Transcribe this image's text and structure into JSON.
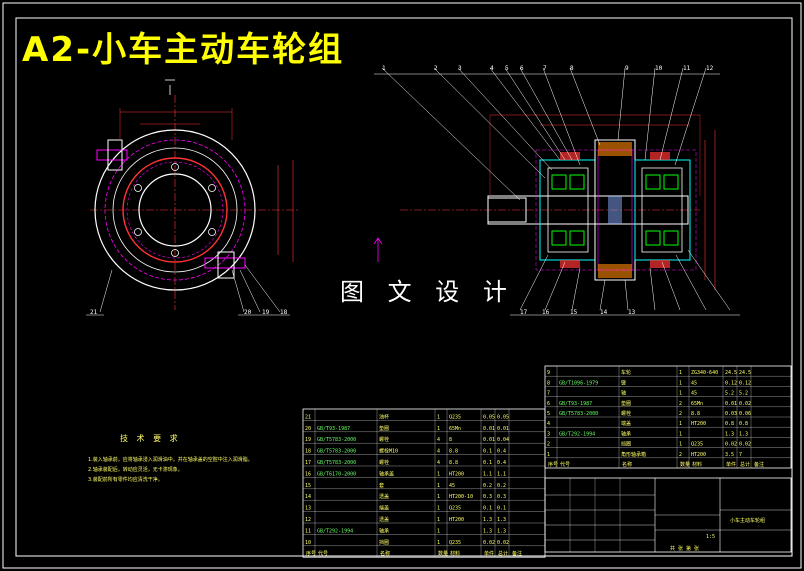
{
  "title": "A2-小车主动车轮组",
  "watermark": "图 文 设 计",
  "notes": {
    "heading": "技 术 要 求",
    "lines": [
      "1.装入轴承前，应将轴承浸入润滑油中，并在轴承盖的空腔中注入润滑脂。",
      "2.轴承装配后，转动应灵活，无卡滞现象。",
      "3.装配前所有零件均应清洗干净。"
    ]
  },
  "balloons_top": [
    "1",
    "2",
    "3",
    "4",
    "5",
    "6",
    "7",
    "8",
    "9",
    "10",
    "11",
    "12"
  ],
  "balloons_bottom": [
    "21",
    "20",
    "19",
    "18",
    "17",
    "16",
    "15",
    "14",
    "13"
  ],
  "parts_table_left": {
    "headers": [
      "序号",
      "代号",
      "名称",
      "数量",
      "材料",
      "单件",
      "总计",
      "备注"
    ],
    "rows": [
      [
        "21",
        "",
        "油杯",
        "1",
        "Q235",
        "0.05",
        "0.05",
        ""
      ],
      [
        "20",
        "GB/T93-1987",
        "垫圈",
        "1",
        "65Mn",
        "0.01",
        "0.01",
        ""
      ],
      [
        "19",
        "GB/T5783-2000",
        "螺栓",
        "4",
        "8",
        "0.01",
        "0.04",
        ""
      ],
      [
        "18",
        "GB/T5783-2000",
        "螺栓M10",
        "4",
        "8.8",
        "0.1",
        "0.4",
        ""
      ],
      [
        "17",
        "GB/T5783-2000",
        "螺栓",
        "4",
        "8.8",
        "0.1",
        "0.4",
        ""
      ],
      [
        "16",
        "GB/T6170-2000",
        "轴承盖",
        "1",
        "HT200",
        "1.1",
        "1.1",
        ""
      ],
      [
        "15",
        "",
        "套",
        "1",
        "45",
        "0.2",
        "0.2",
        ""
      ],
      [
        "14",
        "",
        "透盖",
        "1",
        "HT200-10",
        "0.3",
        "0.3",
        ""
      ],
      [
        "13",
        "",
        "端盖",
        "1",
        "Q235",
        "0.1",
        "0.1",
        ""
      ],
      [
        "12",
        "",
        "透盖",
        "1",
        "HT200",
        "1.3",
        "1.3",
        ""
      ],
      [
        "11",
        "GB/T292-1994",
        "轴承",
        "1",
        "",
        "1.3",
        "1.3",
        ""
      ],
      [
        "10",
        "",
        "挡圈",
        "1",
        "Q235",
        "0.02",
        "0.02",
        ""
      ]
    ]
  },
  "parts_table_right": {
    "rows": [
      [
        "9",
        "",
        "车轮",
        "1",
        "ZG340-640",
        "24.5",
        "24.5",
        ""
      ],
      [
        "8",
        "GB/T1096-1979",
        "键",
        "1",
        "45",
        "0.12",
        "0.12",
        ""
      ],
      [
        "7",
        "",
        "轴",
        "1",
        "45",
        "5.2",
        "5.2",
        ""
      ],
      [
        "6",
        "GB/T93-1987",
        "垫圈",
        "2",
        "65Mn",
        "0.01",
        "0.02",
        ""
      ],
      [
        "5",
        "GB/T5783-2000",
        "螺栓",
        "2",
        "8.8",
        "0.03",
        "0.06",
        ""
      ],
      [
        "4",
        "",
        "端盖",
        "1",
        "HT200",
        "0.8",
        "0.8",
        ""
      ],
      [
        "3",
        "GB/T292-1994",
        "轴承",
        "1",
        "",
        "1.3",
        "1.3",
        ""
      ],
      [
        "2",
        "",
        "挡圈",
        "1",
        "Q235",
        "0.02",
        "0.02",
        ""
      ],
      [
        "1",
        "",
        "角形轴承箱",
        "2",
        "HT200",
        "3.5",
        "7",
        ""
      ]
    ],
    "headers": [
      "序号",
      "代号",
      "名称",
      "数量",
      "材料",
      "单件",
      "总计",
      "备注"
    ]
  },
  "title_block": {
    "drawing_name": "小车主动车轮组",
    "scale": "1:5",
    "sheet": "共 张 第 张"
  },
  "colors": {
    "background": "#000000",
    "frame": "#ffffff",
    "title": "#ffff00",
    "outline": "#00ffff",
    "dim": "#ff3333",
    "center": "#ff00ff",
    "part": "#00ff00"
  }
}
